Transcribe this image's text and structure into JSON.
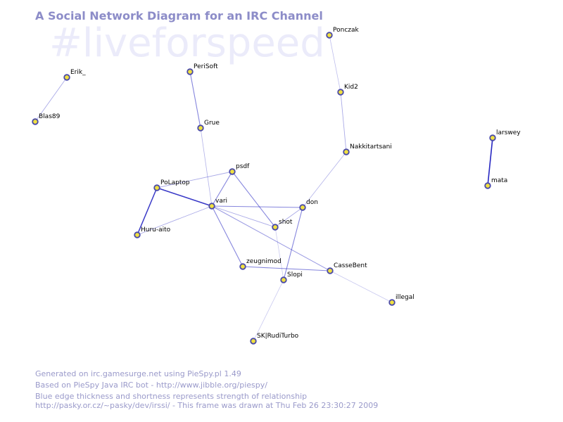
{
  "diagram": {
    "title": "A Social Network Diagram for an IRC Channel",
    "channel": "#liveforspeed",
    "nodes": [
      {
        "id": "ponczak",
        "label": "Ponczak"
      },
      {
        "id": "erik",
        "label": "Erik_"
      },
      {
        "id": "perisoft",
        "label": "PeriSoft"
      },
      {
        "id": "kid2",
        "label": "Kid2"
      },
      {
        "id": "blas89",
        "label": "Blas89"
      },
      {
        "id": "grue",
        "label": "Grue"
      },
      {
        "id": "larswey",
        "label": "larswey"
      },
      {
        "id": "nakkitartsani",
        "label": "Nakkitartsani"
      },
      {
        "id": "psdf",
        "label": "psdf"
      },
      {
        "id": "polaptop",
        "label": "PoLaptop"
      },
      {
        "id": "mata",
        "label": "mata"
      },
      {
        "id": "vari",
        "label": "vari"
      },
      {
        "id": "don",
        "label": "don"
      },
      {
        "id": "shot",
        "label": "shot"
      },
      {
        "id": "huruaito",
        "label": "Huru-aito"
      },
      {
        "id": "zeugnimod",
        "label": "zeugnimod"
      },
      {
        "id": "cassebent",
        "label": "CasseBent"
      },
      {
        "id": "slopi",
        "label": "Slopi"
      },
      {
        "id": "illegal",
        "label": "illegal"
      },
      {
        "id": "skrudi",
        "label": "SK|RudiTurbo"
      }
    ],
    "edges": [
      {
        "from": "erik",
        "to": "blas89",
        "strength": 0.3
      },
      {
        "from": "perisoft",
        "to": "grue",
        "strength": 0.5
      },
      {
        "from": "grue",
        "to": "vari",
        "strength": 0.25
      },
      {
        "from": "ponczak",
        "to": "kid2",
        "strength": 0.2
      },
      {
        "from": "kid2",
        "to": "nakkitartsani",
        "strength": 0.3
      },
      {
        "from": "nakkitartsani",
        "to": "don",
        "strength": 0.25
      },
      {
        "from": "larswey",
        "to": "mata",
        "strength": 1.0
      },
      {
        "from": "psdf",
        "to": "polaptop",
        "strength": 0.3
      },
      {
        "from": "psdf",
        "to": "vari",
        "strength": 0.5
      },
      {
        "from": "psdf",
        "to": "shot",
        "strength": 0.5
      },
      {
        "from": "polaptop",
        "to": "vari",
        "strength": 0.9
      },
      {
        "from": "polaptop",
        "to": "huruaito",
        "strength": 0.9
      },
      {
        "from": "huruaito",
        "to": "vari",
        "strength": 0.3
      },
      {
        "from": "vari",
        "to": "don",
        "strength": 0.5
      },
      {
        "from": "vari",
        "to": "shot",
        "strength": 0.3
      },
      {
        "from": "vari",
        "to": "zeugnimod",
        "strength": 0.5
      },
      {
        "from": "vari",
        "to": "cassebent",
        "strength": 0.4
      },
      {
        "from": "don",
        "to": "shot",
        "strength": 0.3
      },
      {
        "from": "don",
        "to": "slopi",
        "strength": 0.5
      },
      {
        "from": "shot",
        "to": "slopi",
        "strength": 0.15
      },
      {
        "from": "zeugnimod",
        "to": "cassebent",
        "strength": 0.5
      },
      {
        "from": "cassebent",
        "to": "illegal",
        "strength": 0.15
      },
      {
        "from": "slopi",
        "to": "skrudi",
        "strength": 0.15
      }
    ]
  },
  "footer": {
    "line1": "Generated on irc.gamesurge.net using PieSpy.pl 1.49",
    "line2": "Based on PieSpy Java IRC bot - http://www.jibble.org/piespy/",
    "line3": "Blue edge thickness and shortness represents strength of relationship",
    "line4": "http://pasky.or.cz/~pasky/dev/irssi/ - This frame was drawn at Thu Feb 26 23:30:27 2009"
  },
  "colors": {
    "background": "#ffffff",
    "title": "#8c8cc8",
    "watermark": "#ebebfa",
    "edge": "#2020c0",
    "node_fill": "#f0e040",
    "node_stroke": "#4a4aa8",
    "footer": "#9a9aca"
  }
}
